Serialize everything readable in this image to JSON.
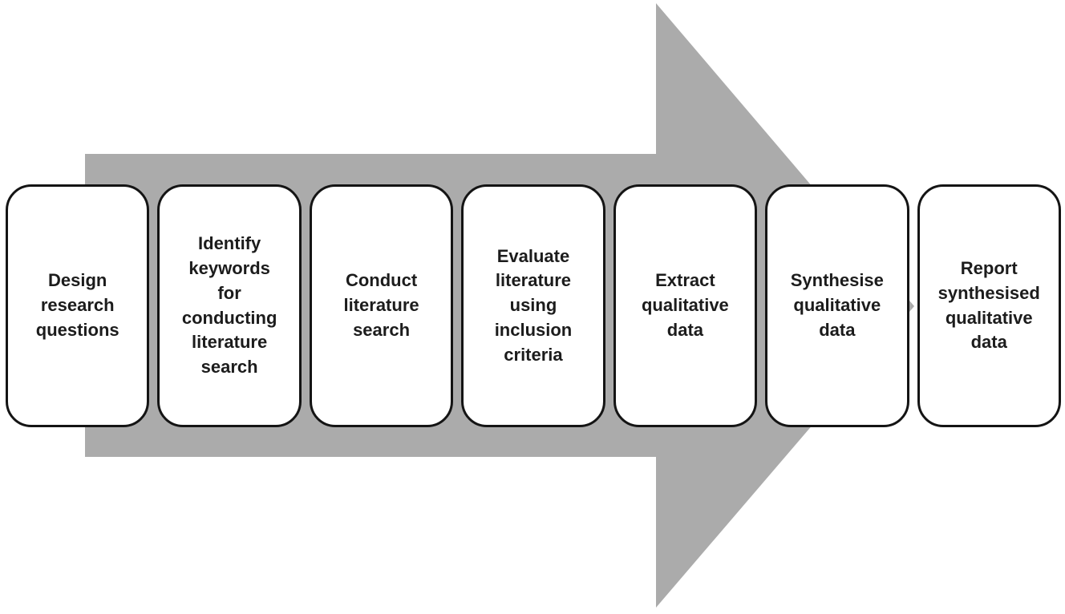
{
  "diagram": {
    "type": "process-flow",
    "direction": "left-to-right",
    "steps": [
      {
        "id": 1,
        "label": "Design\nresearch\nquestions"
      },
      {
        "id": 2,
        "label": "Identify\nkeywords\nfor\nconducting\nliterature\nsearch"
      },
      {
        "id": 3,
        "label": "Conduct\nliterature\nsearch"
      },
      {
        "id": 4,
        "label": "Evaluate\nliterature\nusing\ninclusion\ncriteria"
      },
      {
        "id": 5,
        "label": "Extract\nqualitative\ndata"
      },
      {
        "id": 6,
        "label": "Synthesise\nqualitative\ndata"
      },
      {
        "id": 7,
        "label": "Report\nsynthesised\nqualitative\ndata"
      }
    ]
  },
  "colors": {
    "arrow": "#ababab",
    "box_fill": "#ffffff",
    "box_border": "#141414",
    "text": "#1c1c1c",
    "background": "#ffffff"
  }
}
